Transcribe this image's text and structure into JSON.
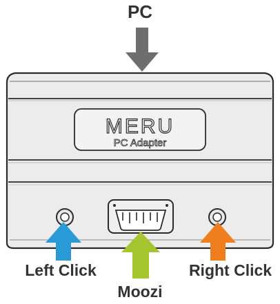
{
  "labels": {
    "pc": "PC",
    "left_click": "Left Click",
    "right_click": "Right Click",
    "moozi": "Moozi"
  },
  "device": {
    "brand": "MERU",
    "subtitle": "PC Adapter"
  },
  "arrows": [
    {
      "name": "pc-arrow",
      "color": "#6e6e6e",
      "direction": "down"
    },
    {
      "name": "left-click-arrow",
      "color": "#2a9bd7",
      "direction": "up"
    },
    {
      "name": "moozi-arrow",
      "color": "#a6c630",
      "direction": "up"
    },
    {
      "name": "right-click-arrow",
      "color": "#ee7e1e",
      "direction": "up"
    }
  ],
  "colors": {
    "body_fill": "#ececec",
    "outline": "#2a2a2a",
    "label_text": "#333333"
  },
  "icons": [
    "down-arrow-icon",
    "up-arrow-icon",
    "db9-connector-icon",
    "audio-jack-icon"
  ]
}
